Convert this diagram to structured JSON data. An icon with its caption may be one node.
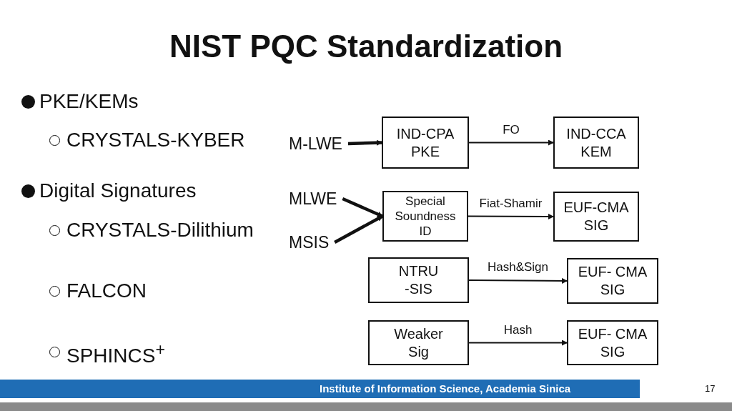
{
  "diagram": {
    "title": "NIST PQC Standardization",
    "nodes": [
      {
        "text": [
          "M-LWE"
        ]
      },
      {
        "text": [
          "IND-CPA PKE"
        ]
      },
      {
        "text": [
          "IND-CCA KEM"
        ]
      },
      {
        "text": [
          "MLWE"
        ]
      },
      {
        "text": [
          "MSIS"
        ]
      },
      {
        "text": [
          "Special Soundness ID"
        ]
      },
      {
        "text": [
          "EUF-CMA SIG"
        ]
      },
      {
        "text": [
          "NTRU -SIS"
        ]
      },
      {
        "text": [
          "EUF- CMA SIG"
        ]
      },
      {
        "text": [
          "Weaker Sig"
        ]
      },
      {
        "text": [
          "EUF- CMA SIG"
        ]
      }
    ],
    "edges": [
      {
        "from": 0,
        "to": 1,
        "arrow": "to",
        "style": "thick"
      },
      {
        "from": 1,
        "to": 2,
        "arrow": "to",
        "label": "FO"
      },
      {
        "from": 3,
        "to": 5,
        "arrow": "to",
        "style": "thick"
      },
      {
        "from": 4,
        "to": 5,
        "arrow": "to",
        "style": "thick"
      },
      {
        "from": 5,
        "to": 6,
        "arrow": "to",
        "label": "Fiat-Shamir"
      },
      {
        "from": 7,
        "to": 8,
        "arrow": "to",
        "label": "Hash&Sign"
      },
      {
        "from": 9,
        "to": 10,
        "arrow": "to",
        "label": "Hash"
      }
    ],
    "labels": [
      "PKE/KEMs",
      "CRYSTALS-KYBER",
      "Digital Signatures",
      "CRYSTALS-Dilithium",
      "FALCON",
      "SPHINCS$^{+}$",
      "Institute of Information Science, Academia Sinica",
      "17"
    ]
  }
}
